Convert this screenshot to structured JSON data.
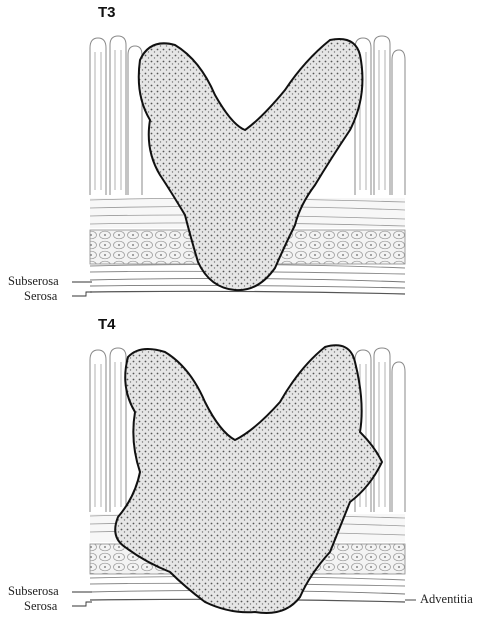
{
  "panels": [
    {
      "stage": "T3",
      "labels": {
        "subserosa": "Subserosa",
        "serosa": "Serosa"
      }
    },
    {
      "stage": "T4",
      "labels": {
        "subserosa": "Subserosa",
        "serosa": "Serosa",
        "adventitia": "Adventitia"
      }
    }
  ],
  "colors": {
    "ink": "#1a1a1a",
    "tissue_line": "#7a7a7a",
    "tumor_fill": "#d9d9d9"
  }
}
